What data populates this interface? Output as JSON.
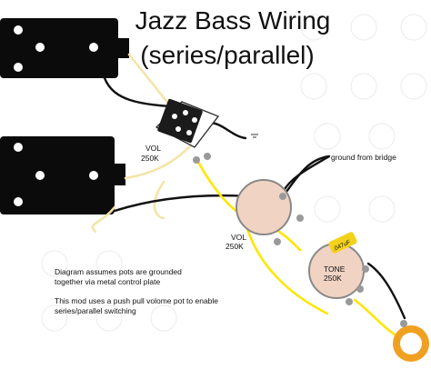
{
  "title": {
    "line1": "Jazz Bass Wiring",
    "line2": "(series/parallel)"
  },
  "labels": {
    "vol_pushpull_line1": "VOL",
    "vol_pushpull_line2": "250K",
    "vol_pot_line1": "VOL",
    "vol_pot_line2": "250K",
    "tone_line1": "TONE",
    "tone_line2": "250K",
    "capacitor": ".047uF",
    "ground_from_bridge": "ground from bridge"
  },
  "notes": {
    "line1": "Diagram assumes pots are grounded",
    "line2": "together via metal control plate",
    "line3": "This mod uses a push pull volome pot to enable",
    "line4": "series/parallel switching"
  },
  "colors": {
    "pickup_body": "#0b0b0b",
    "pole_piece": "#ffffff",
    "hot_wire": "#ffe600",
    "cream_wire": "#f6e4a8",
    "ground_wire": "#111111",
    "pot_body": "#f1d3c4",
    "pot_rim": "#888888",
    "jack_ring": "#f0a020",
    "capacitor": "#f4d21a"
  }
}
